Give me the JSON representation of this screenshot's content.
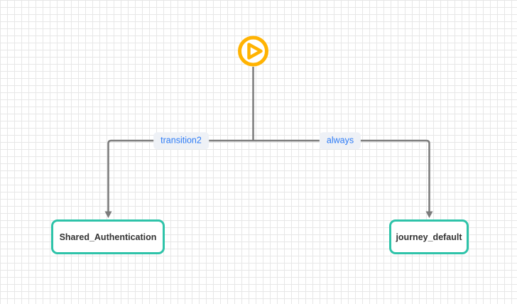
{
  "canvas": {
    "background_color": "#ffffff",
    "grid_line_color": "#e7e7e7",
    "connector_color": "#7b7b7b"
  },
  "flow": {
    "start_node": {
      "icon": "play-circle-icon",
      "color": "#ffb302"
    },
    "edges": [
      {
        "label": "transition2",
        "target": "Shared_Authentication",
        "label_color": "#2e7cf6",
        "label_background": "#eef1f6"
      },
      {
        "label": "always",
        "target": "journey_default",
        "label_color": "#2e7cf6",
        "label_background": "#eef1f6"
      }
    ],
    "nodes": [
      {
        "label": "Shared_Authentication",
        "border_color": "#2ec3a9",
        "text_color": "#333333"
      },
      {
        "label": "journey_default",
        "border_color": "#2ec3a9",
        "text_color": "#333333"
      }
    ]
  }
}
